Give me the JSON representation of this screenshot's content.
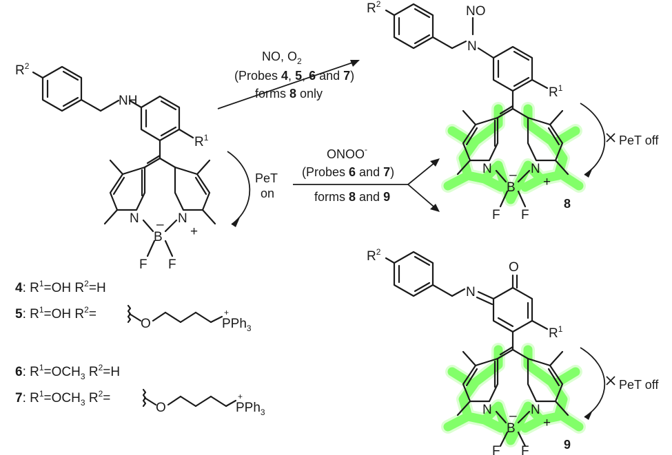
{
  "reactions": {
    "top": {
      "line1": "NO, O",
      "line1_sub": "2",
      "line2_pre": "(Probes ",
      "line2_bold1": "4",
      "line2_sep1": ", ",
      "line2_bold2": "5",
      "line2_sep2": ", ",
      "line2_bold3": "6",
      "line2_sep3": " and ",
      "line2_bold4": "7",
      "line2_post": ")",
      "line3_pre": "forms ",
      "line3_bold": "8",
      "line3_post": " only"
    },
    "middle": {
      "line1": "ONOO",
      "line1_sup": "-",
      "line2_pre": "(Probes ",
      "line2_bold1": "6",
      "line2_sep": " and ",
      "line2_bold2": "7",
      "line2_post": ")",
      "line3_pre": "forms ",
      "line3_bold1": "8",
      "line3_sep": " and ",
      "line3_bold2": "9"
    }
  },
  "pet": {
    "on_line1": "PeT",
    "on_line2": "on",
    "off": "PeT off"
  },
  "compounds": {
    "c8": "8",
    "c9": "9"
  },
  "atoms": {
    "N": "N",
    "B": "B",
    "F": "F",
    "H": "H",
    "O": "O",
    "NO": "NO",
    "R": "R",
    "sup1": "1",
    "sup2": "2",
    "minus": "–",
    "plus": "+"
  },
  "legend": {
    "l4_num": "4",
    "l4_text1": ": R",
    "l4_sup1": "1",
    "l4_text2": "=OH R",
    "l4_sup2": "2",
    "l4_text3": "=H",
    "l5_num": "5",
    "l5_text1": ": R",
    "l5_sup1": "1",
    "l5_text2": "=OH R",
    "l5_sup2": "2",
    "l5_text3": "=",
    "l6_num": "6",
    "l6_text1": ": R",
    "l6_sup1": "1",
    "l6_text2": "=OCH",
    "l6_sub": "3",
    "l6_text3": " R",
    "l6_sup2": "2",
    "l6_text4": "=H",
    "l7_num": "7",
    "l7_text1": ": R",
    "l7_sup1": "1",
    "l7_text2": "=OCH",
    "l7_sub": "3",
    "l7_text3": " R",
    "l7_sup2": "2",
    "l7_text4": "=",
    "chain_O": "O",
    "pph": "PPh",
    "pph_sub": "3",
    "pph_plus": "+"
  }
}
